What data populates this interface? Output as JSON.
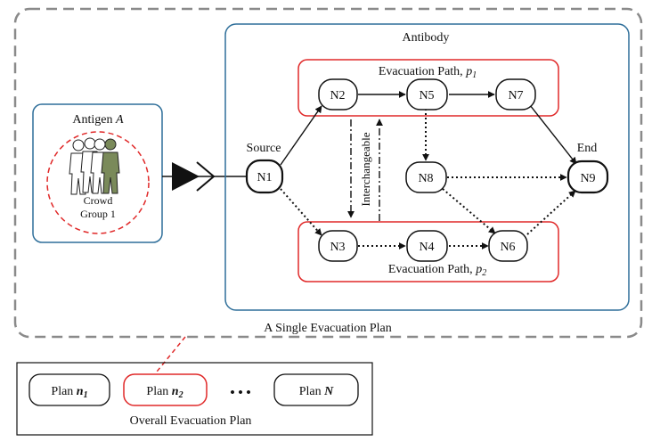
{
  "plan": {
    "label": "A Single Evacuation Plan",
    "antibody_label": "Antibody",
    "antigen": {
      "label_text": "Antigen",
      "label_var": "A",
      "crowd_line1": "Crowd",
      "crowd_line2": "Group 1"
    },
    "path1": {
      "label_text": "Evacuation Path, ",
      "var": "p",
      "sub": "1"
    },
    "path2": {
      "label_text": "Evacuation Path, ",
      "var": "p",
      "sub": "2"
    },
    "source_label": "Source",
    "end_label": "End",
    "interchangeable_label": "Interchangeable",
    "nodes": {
      "n1": "N1",
      "n2": "N2",
      "n3": "N3",
      "n4": "N4",
      "n5": "N5",
      "n6": "N6",
      "n7": "N7",
      "n8": "N8",
      "n9": "N9"
    }
  },
  "overall": {
    "label": "Overall Evacuation Plan",
    "plan1": {
      "prefix": "Plan ",
      "var": "n",
      "sub": "1"
    },
    "plan2": {
      "prefix": "Plan ",
      "var": "n",
      "sub": "2"
    },
    "ellipsis": "• • •",
    "planN": {
      "prefix": "Plan ",
      "var": "N"
    }
  },
  "colors": {
    "red": "#e02828",
    "blue": "#2f6f9a",
    "gray": "#8a8a8a",
    "olive": "#7a8a5a"
  }
}
